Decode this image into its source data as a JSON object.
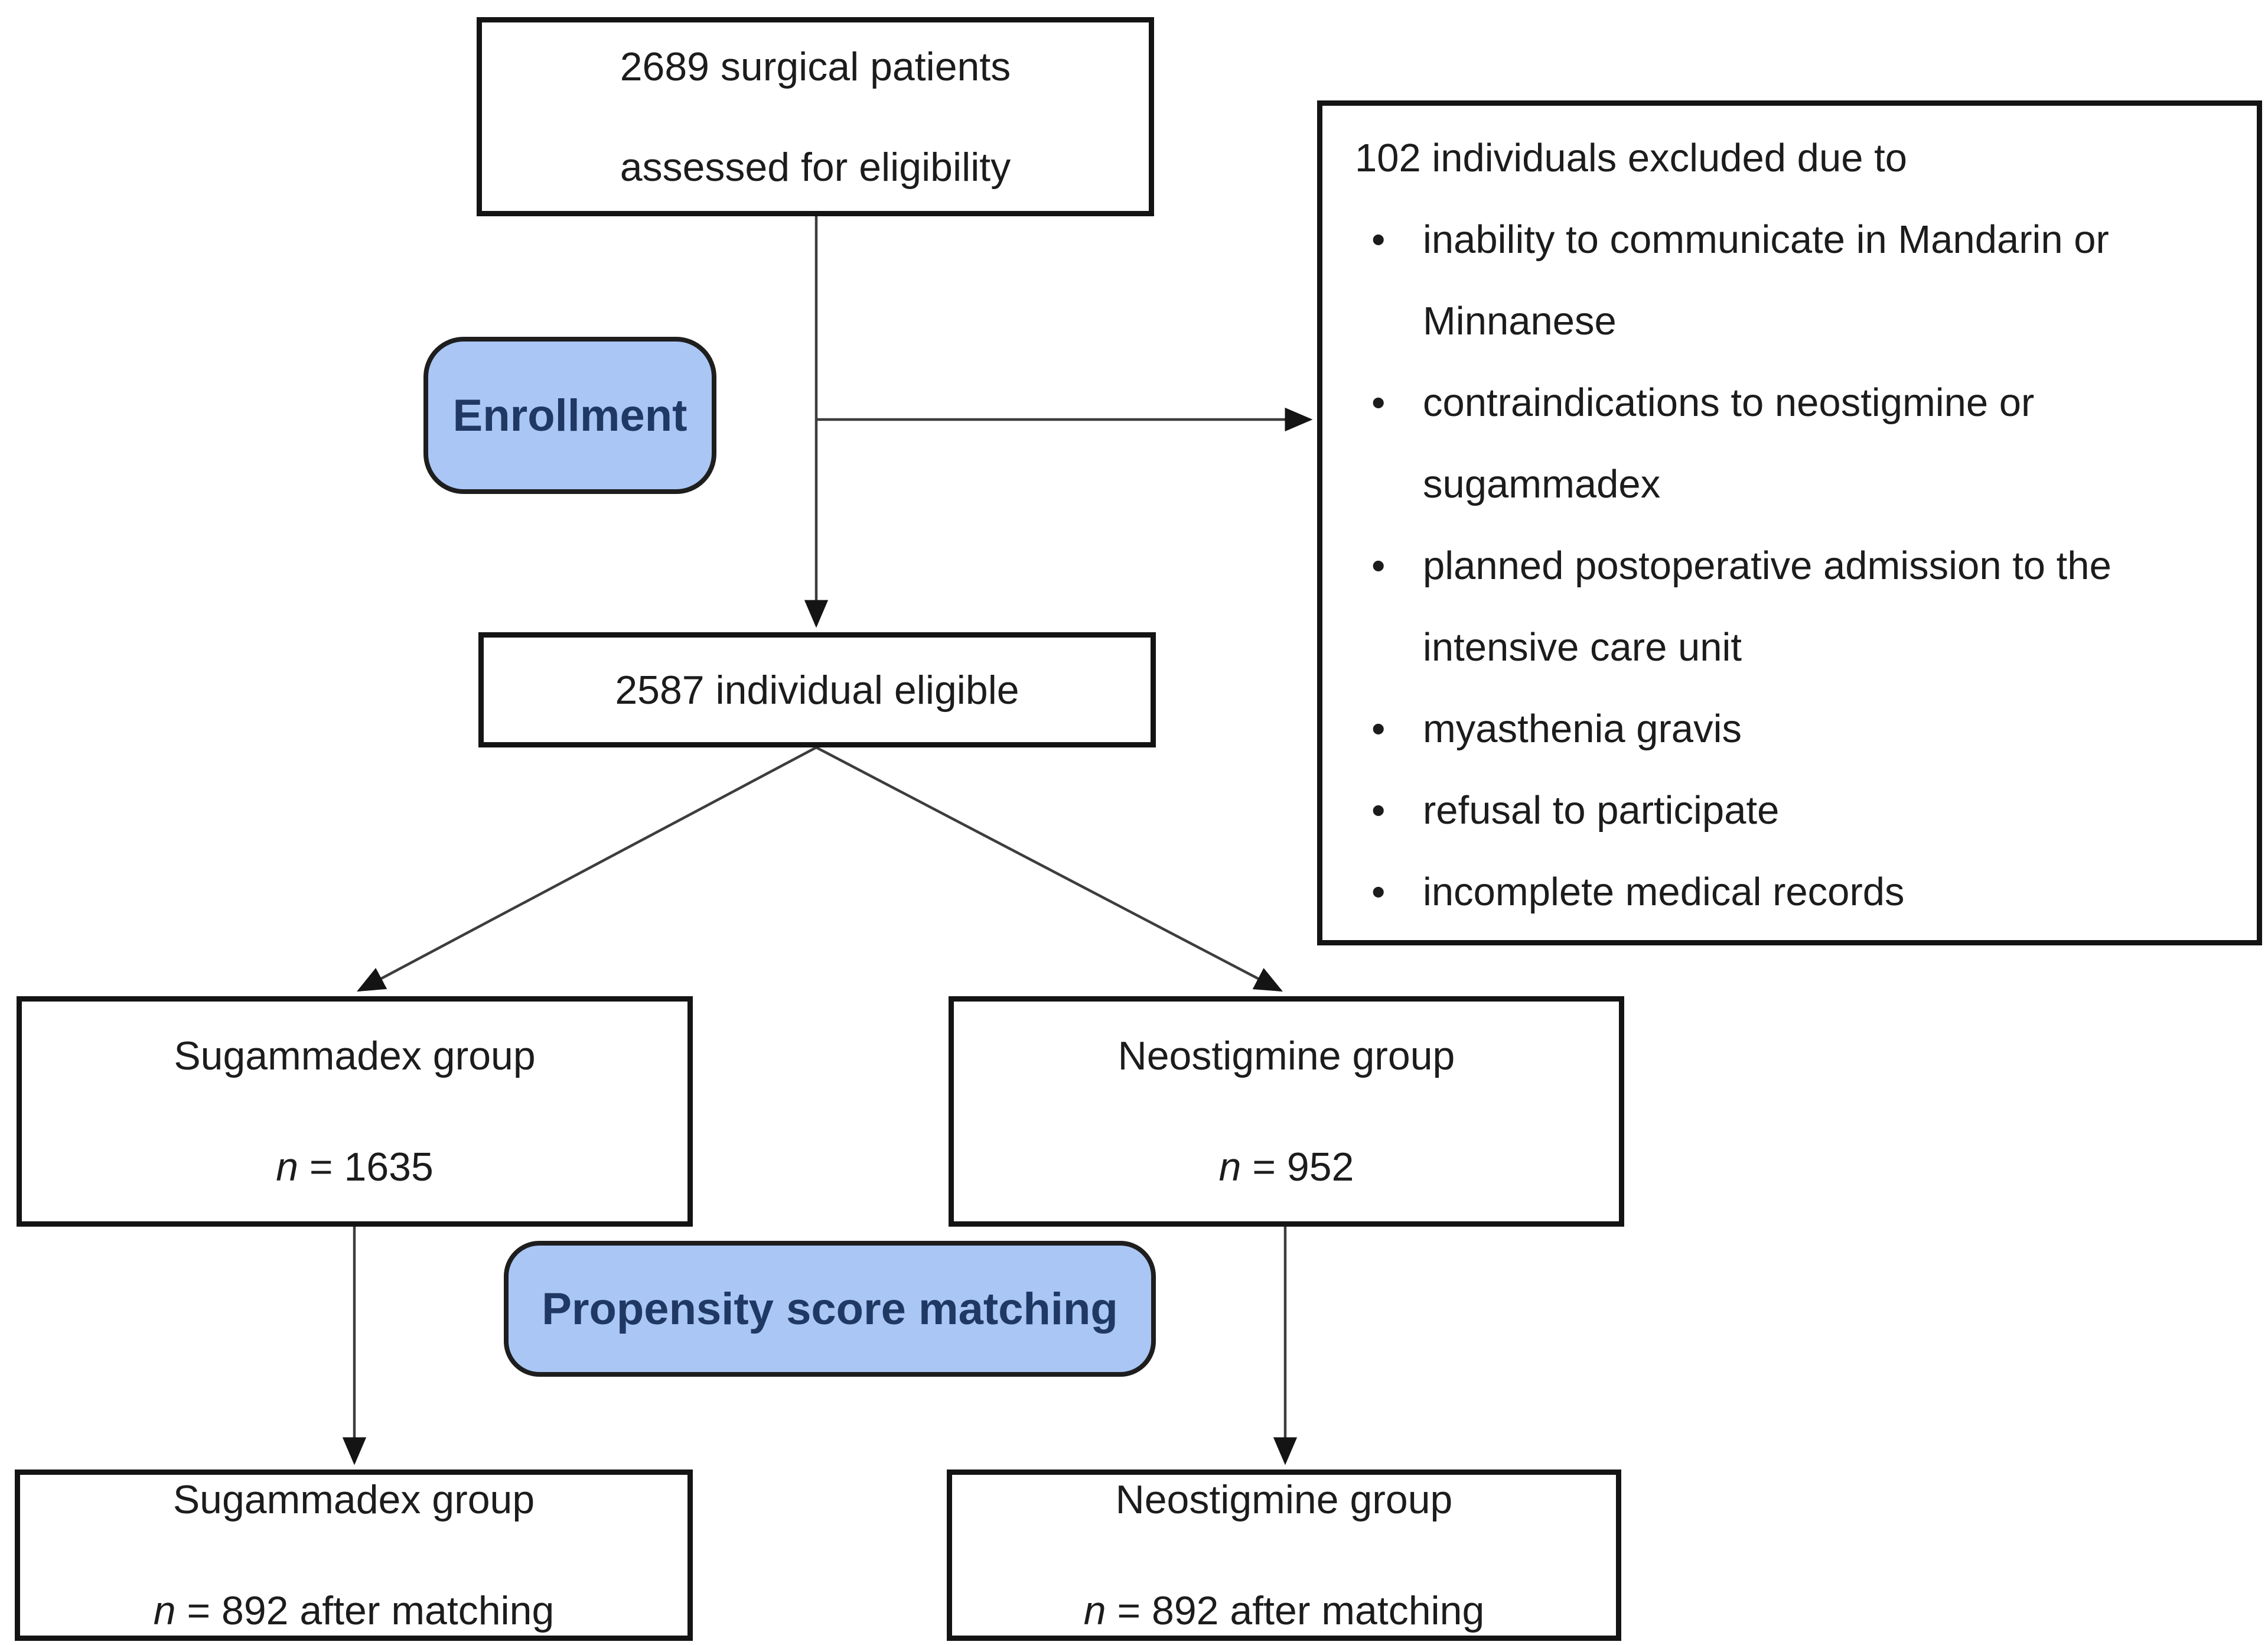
{
  "diagram": {
    "top_box": {
      "line1": "2689 surgical patients",
      "line2": "assessed for eligibility"
    },
    "exclusion_box": {
      "header": "102 individuals excluded due to",
      "bullet": "•",
      "items": [
        "inability to communicate in Mandarin or Minnanese",
        "contraindications to neostigmine or sugammadex",
        "planned postoperative admission to the intensive care unit",
        "myasthenia gravis",
        "refusal to participate",
        "incomplete medical records"
      ]
    },
    "enrollment_label": "Enrollment",
    "eligible_box": {
      "text": "2587 individual eligible"
    },
    "groups_pre": {
      "left": {
        "name": "Sugammadex group",
        "n_italic": "n",
        "n_rest": " = 1635"
      },
      "right": {
        "name": "Neostigmine group",
        "n_italic": "n",
        "n_rest": " = 952"
      }
    },
    "matching_label": "Propensity score matching",
    "groups_post": {
      "left": {
        "name": "Sugammadex group",
        "n_italic": "n",
        "n_rest": " = 892 after matching"
      },
      "right": {
        "name": "Neostigmine group",
        "n_italic": "n",
        "n_rest": " = 892 after matching"
      }
    },
    "colors": {
      "pill_fill": "#a9c6f4",
      "pill_text": "#1f3864",
      "box_border": "#141414",
      "connector": "#3d3d3d"
    }
  }
}
